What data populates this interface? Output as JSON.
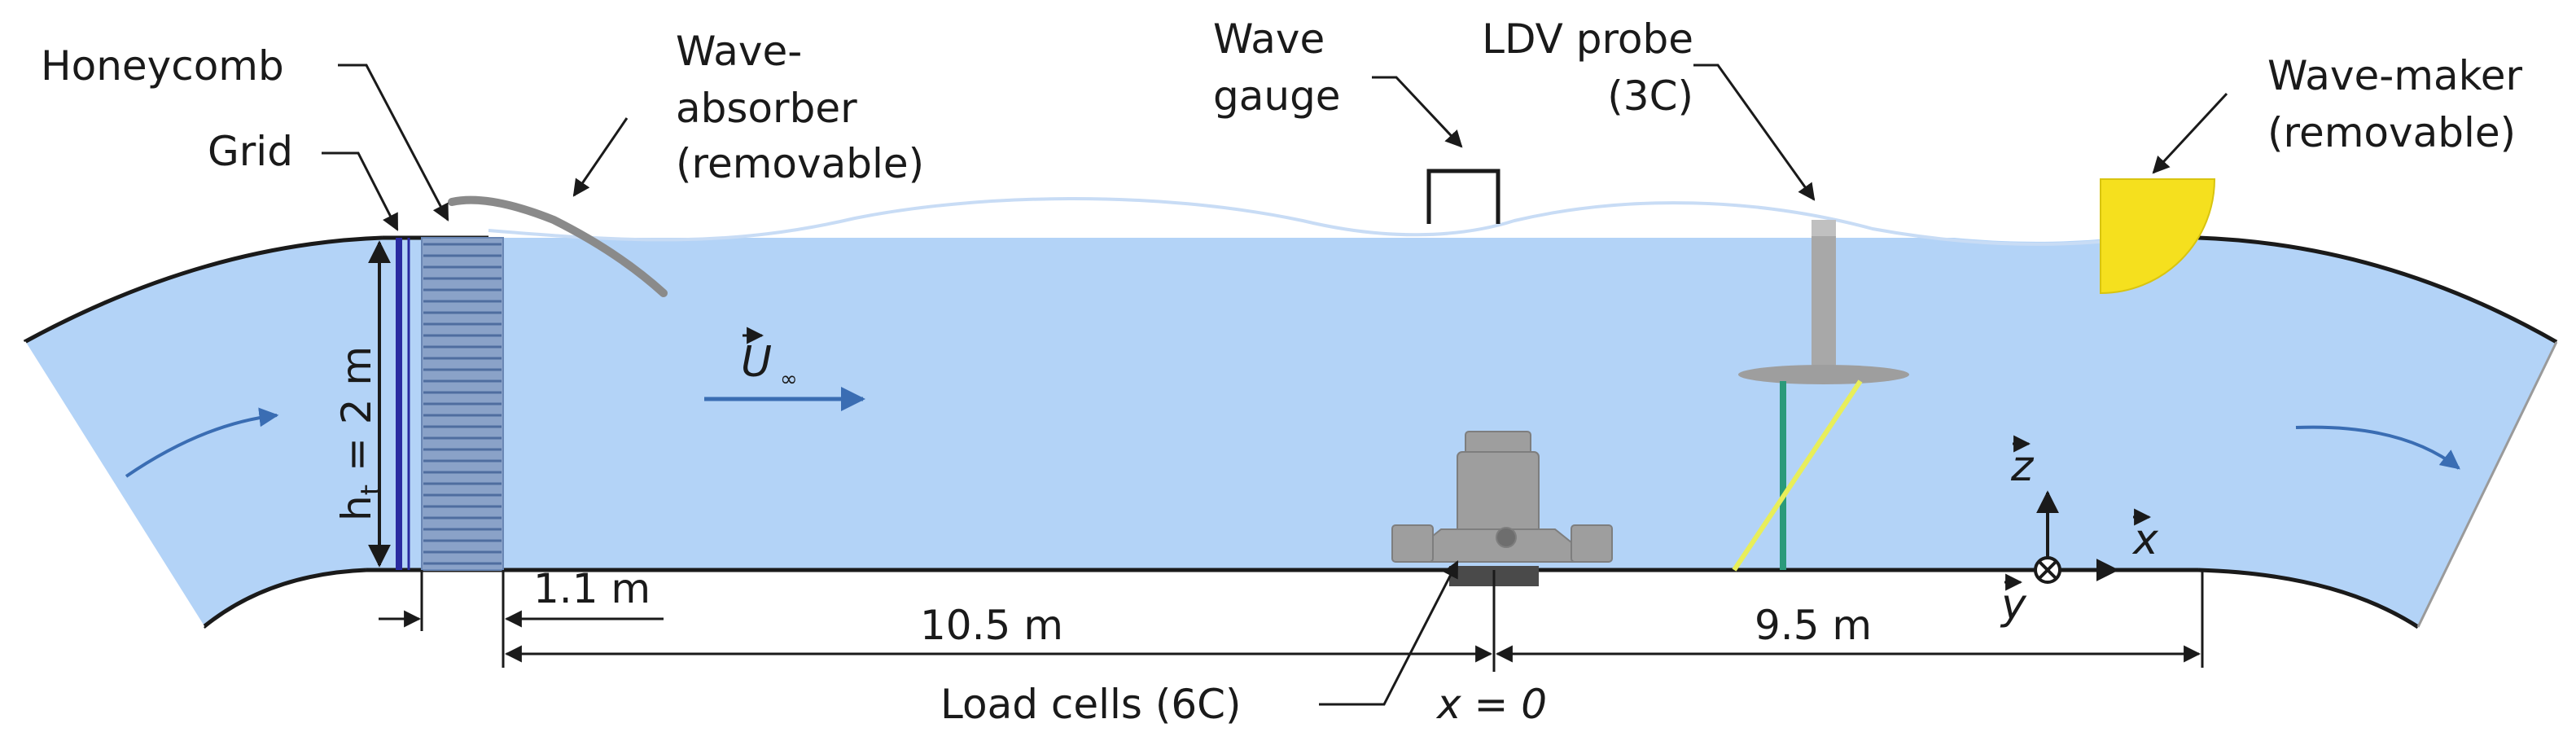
{
  "labels": {
    "honeycomb": "Honeycomb",
    "grid": "Grid",
    "wave_absorber_line1": "Wave-",
    "wave_absorber_line2": "absorber",
    "wave_absorber_line3": "(removable)",
    "wave_gauge_line1": "Wave",
    "wave_gauge_line2": "gauge",
    "ldv_probe_line1": "LDV probe",
    "ldv_probe_line2": "(3C)",
    "wave_maker_line1": "Wave-maker",
    "wave_maker_line2": "(removable)",
    "height_main": "h",
    "height_sub": "t",
    "height_value": " = 2 m",
    "flow_vector": "U",
    "flow_sub": "∞",
    "load_cells": "Load cells (6C)",
    "origin": "x = 0",
    "axis_x": "x",
    "axis_y": "y",
    "axis_z": "z"
  },
  "dimensions": {
    "honeycomb_length": "1.1 m",
    "upstream_distance": "10.5 m",
    "downstream_distance": "9.5 m"
  },
  "colors": {
    "water": "#b3d3f7",
    "wave_maker": "#f5e01e",
    "honeycomb": "#6a87b5",
    "grid": "#2a2aa0",
    "turbine": "#9e9e9e",
    "flow_arrow": "#3a6db3",
    "ldv_beam_yellow": "#e8ee5a",
    "ldv_beam_green": "#2a9a7a"
  }
}
